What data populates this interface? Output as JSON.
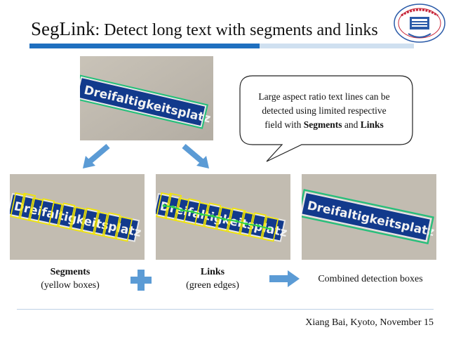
{
  "slide": {
    "title_brand": "SegLink",
    "title_rest": ": Detect long text with segments and links",
    "callout": {
      "line1": "Large aspect ratio text lines can be",
      "line2": "detected using limited respective",
      "line3_prefix": "field with ",
      "bold1": "Segments",
      "and": " and ",
      "bold2": "Links"
    },
    "captions": {
      "segments_title": "Segments",
      "segments_sub": "(yellow boxes)",
      "links_title": "Links",
      "links_sub": "(green edges)",
      "combined": "Combined detection boxes"
    },
    "footer": "Xiang Bai, Kyoto, November 15"
  },
  "sign_text": "Dreifaltigkeitsplatz",
  "colors": {
    "accent_blue": "#1f6fbf",
    "arrow_blue": "#5b9bd5",
    "sign_blue": "#123a8c",
    "segment_yellow": "#f2e600",
    "link_green": "#2fd34a",
    "box_green": "#22c07a"
  }
}
